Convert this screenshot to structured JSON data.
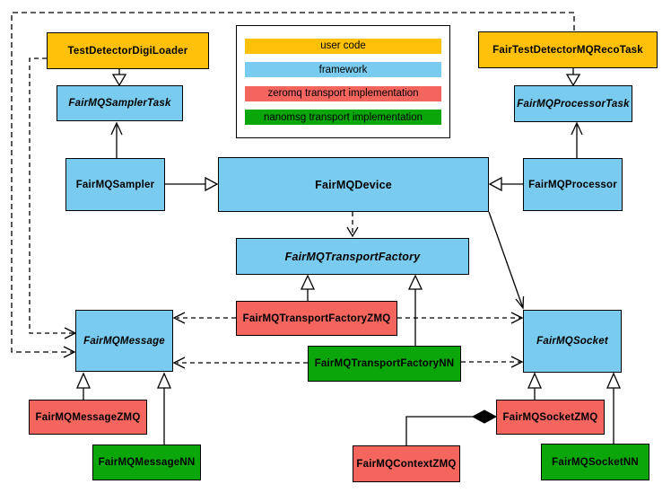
{
  "legend": {
    "items": [
      {
        "label": "user code",
        "color": "#FFC107"
      },
      {
        "label": "framework",
        "color": "#79CCEF"
      },
      {
        "label": "zeromq transport implementation",
        "color": "#F4655E"
      },
      {
        "label": "nanomsg transport implementation",
        "color": "#0AA60A"
      }
    ]
  },
  "nodes": {
    "testDetectorDigiLoader": {
      "label": "TestDetectorDigiLoader",
      "color": "#FFC107",
      "abstract": false
    },
    "fairTestDetectorMQRecoTask": {
      "label": "FairTestDetectorMQRecoTask",
      "color": "#FFC107",
      "abstract": false
    },
    "fairMQSamplerTask": {
      "label": "FairMQSamplerTask",
      "color": "#79CCEF",
      "abstract": true
    },
    "fairMQProcessorTask": {
      "label": "FairMQProcessorTask",
      "color": "#79CCEF",
      "abstract": true
    },
    "fairMQSampler": {
      "label": "FairMQSampler",
      "color": "#79CCEF",
      "abstract": false
    },
    "fairMQDevice": {
      "label": "FairMQDevice",
      "color": "#79CCEF",
      "abstract": false
    },
    "fairMQProcessor": {
      "label": "FairMQProcessor",
      "color": "#79CCEF",
      "abstract": false
    },
    "fairMQTransportFactory": {
      "label": "FairMQTransportFactory",
      "color": "#79CCEF",
      "abstract": true
    },
    "fairMQTransportFactoryZMQ": {
      "label": "FairMQTransportFactoryZMQ",
      "color": "#F4655E",
      "abstract": false
    },
    "fairMQTransportFactoryNN": {
      "label": "FairMQTransportFactoryNN",
      "color": "#0AA60A",
      "abstract": false
    },
    "fairMQMessage": {
      "label": "FairMQMessage",
      "color": "#79CCEF",
      "abstract": true
    },
    "fairMQSocket": {
      "label": "FairMQSocket",
      "color": "#79CCEF",
      "abstract": true
    },
    "fairMQMessageZMQ": {
      "label": "FairMQMessageZMQ",
      "color": "#F4655E",
      "abstract": false
    },
    "fairMQMessageNN": {
      "label": "FairMQMessageNN",
      "color": "#0AA60A",
      "abstract": false
    },
    "fairMQContextZMQ": {
      "label": "FairMQContextZMQ",
      "color": "#F4655E",
      "abstract": false
    },
    "fairMQSocketZMQ": {
      "label": "FairMQSocketZMQ",
      "color": "#F4655E",
      "abstract": false
    },
    "fairMQSocketNN": {
      "label": "FairMQSocketNN",
      "color": "#0AA60A",
      "abstract": false
    }
  }
}
